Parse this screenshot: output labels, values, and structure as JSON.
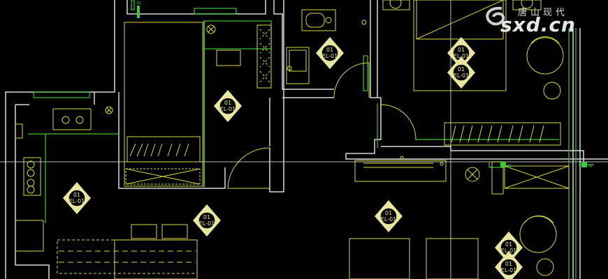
{
  "watermark": {
    "cn": "唐山现代",
    "en": "sxd.cn"
  },
  "tag": {
    "number": "01",
    "code": "EL-01"
  },
  "markers": {
    "small_label": "K1",
    "x_label": "M"
  },
  "colors": {
    "wall": "#d9d9d9",
    "furniture": "#d8d84a",
    "green": "#3cc83c",
    "tag_fill": "#e6e6a0",
    "background": "#000000"
  }
}
